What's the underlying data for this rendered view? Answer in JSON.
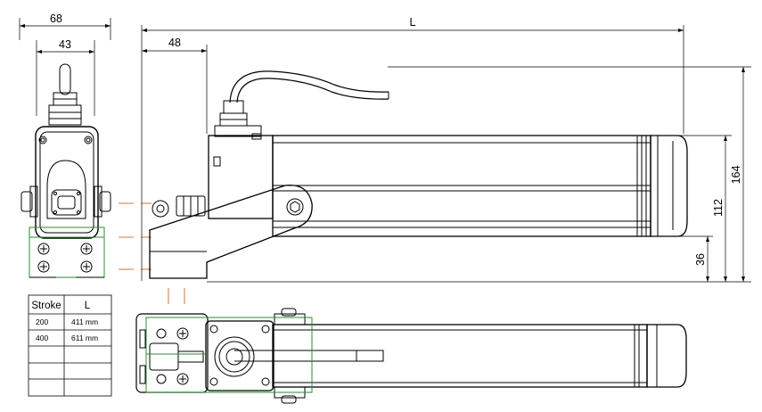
{
  "dimensions": {
    "width_total": "68",
    "width_inner": "43",
    "offset": "48",
    "length": "L",
    "height_total": "164",
    "height_body": "112",
    "height_base": "36"
  },
  "stroke_table": {
    "headers": [
      "Stroke",
      "L"
    ],
    "rows": [
      [
        "200",
        "411 mm"
      ],
      [
        "400",
        "611 mm"
      ],
      [
        "",
        ""
      ],
      [
        "",
        ""
      ],
      [
        "",
        ""
      ]
    ]
  },
  "colors": {
    "line": "#000000",
    "bracket": "#2e8b2e",
    "center_line": "#c8783c"
  }
}
